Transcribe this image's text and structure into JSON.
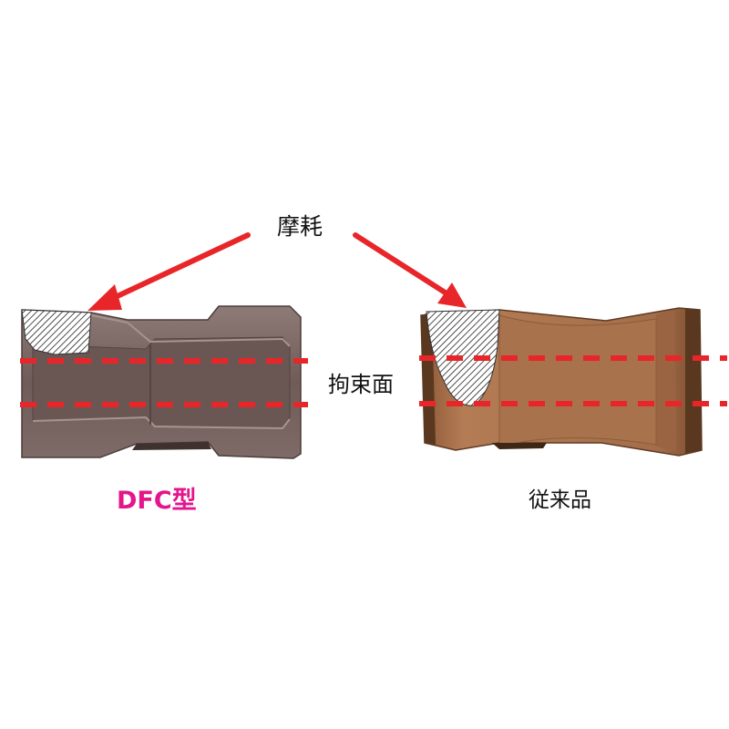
{
  "labels": {
    "wear": "摩耗",
    "constraint_surface": "拘束面",
    "dfc_type": "DFC型",
    "conventional": "従来品"
  },
  "colors": {
    "dfc_insert_body": "#7b6763",
    "dfc_insert_dark": "#5e4d4a",
    "dfc_insert_light": "#9a8884",
    "conventional_body": "#a26d4a",
    "conventional_dark": "#6b4227",
    "conventional_light": "#c08a62",
    "arrow": "#e8262a",
    "dashed_line": "#e8262a",
    "dfc_label": "#e3168c"
  },
  "icons": {
    "wear_hatch": "hatched-wear-area",
    "arrow": "red-arrow"
  }
}
